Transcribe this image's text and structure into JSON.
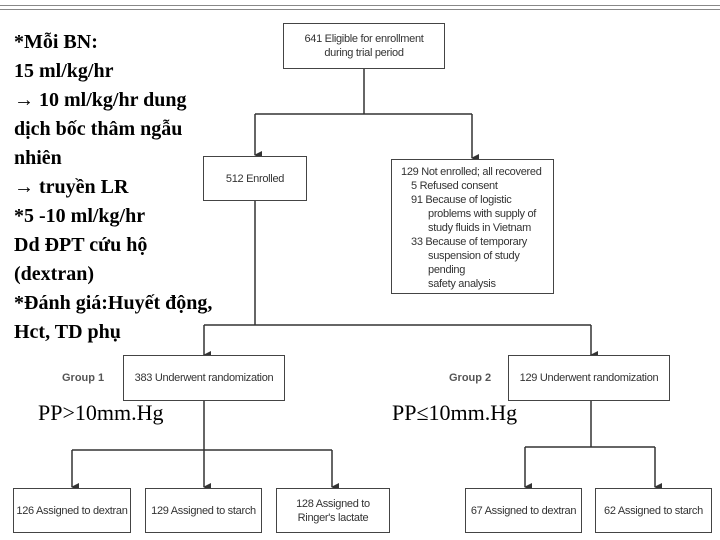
{
  "note": {
    "lines": [
      "*Mỗi BN:",
      " 15 ml/kg/hr",
      "→ 10 ml/kg/hr dung",
      "dịch bốc thâm ngẫu",
      "nhiên",
      "→ truyền LR",
      "*5 -10 ml/kg/hr",
      "Dd ĐPT cứu hộ",
      "(dextran)",
      "*Đánh giá:Huyết động,",
      "Hct, TD phụ"
    ]
  },
  "flow": {
    "eligible": [
      "641 Eligible for enrollment",
      "during trial period"
    ],
    "enrolled": "512 Enrolled",
    "not_enrolled": {
      "title": "129 Not enrolled; all recovered",
      "items": [
        "5 Refused consent",
        "91 Because of logistic",
        "problems with supply of",
        "study fluids in Vietnam",
        "33 Because of temporary",
        "suspension of study pending",
        "safety analysis"
      ]
    },
    "group1": {
      "label": "Group 1",
      "box": "383 Underwent randomization"
    },
    "group2": {
      "label": "Group 2",
      "box": "129 Underwent randomization"
    },
    "pp_left": "PP>10mm.Hg",
    "pp_right": "PP≤10mm.Hg",
    "assign": {
      "g1_dextran": "126 Assigned to dextran",
      "g1_starch": "129 Assigned to starch",
      "g1_ringer": [
        "128 Assigned to",
        "Ringer's lactate"
      ],
      "g2_dextran": "67 Assigned to dextran",
      "g2_starch": "62 Assigned to starch"
    }
  }
}
